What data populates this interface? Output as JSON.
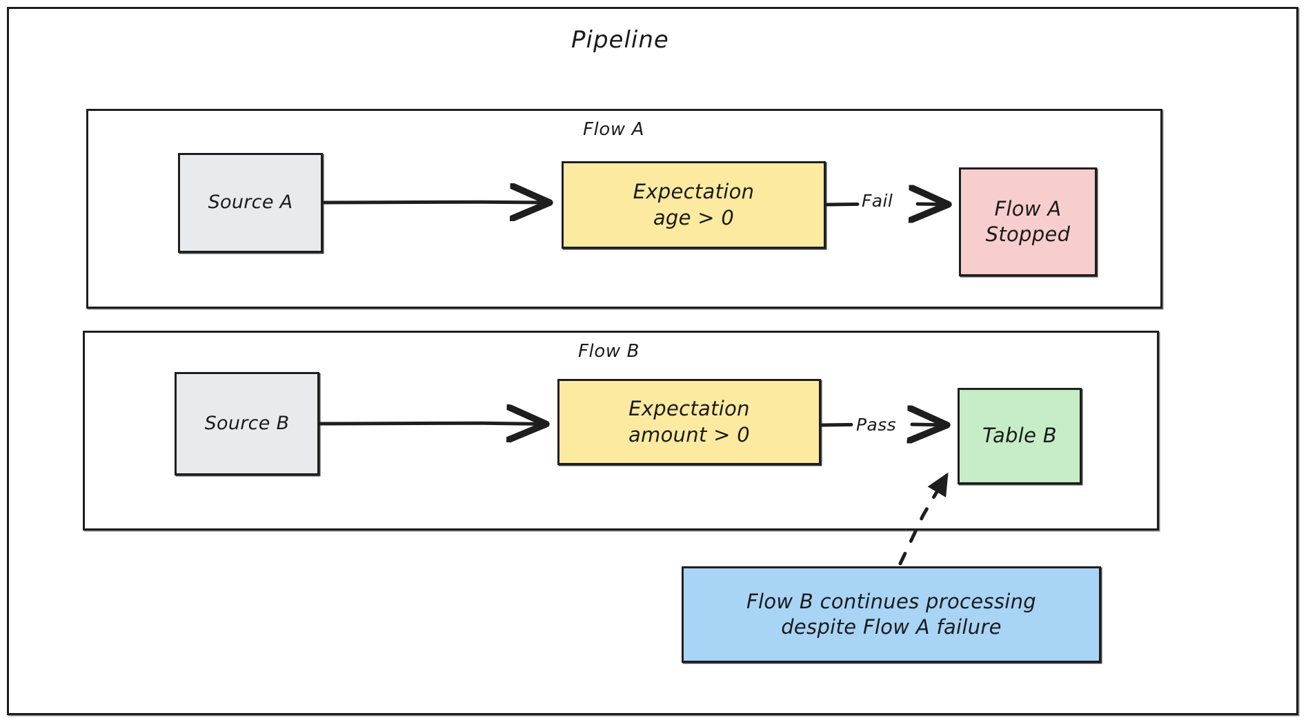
{
  "diagram": {
    "title": "Pipeline",
    "type": "flowchart",
    "outer_frame": {
      "label": "Pipeline"
    },
    "colors": {
      "stroke": "#1e1e1e",
      "source_fill": "#e8ebee",
      "expectation_fill": "#fbeaa0",
      "stopped_fill": "#f7cdcd",
      "table_fill": "#c6edc6",
      "note_fill": "#a8d4f5",
      "background": "#ffffff"
    },
    "groups": [
      {
        "id": "flow-a",
        "label": "Flow A",
        "nodes": [
          {
            "id": "source-a",
            "label": "Source A",
            "shape": "rect",
            "fill": "source_fill"
          },
          {
            "id": "expectation-a",
            "label": "Expectation\nage > 0",
            "shape": "rect",
            "fill": "expectation_fill"
          },
          {
            "id": "flow-a-stopped",
            "label": "Flow A\nStopped",
            "shape": "rect",
            "fill": "stopped_fill"
          }
        ],
        "edges": [
          {
            "from": "source-a",
            "to": "expectation-a",
            "label": "",
            "style": "solid"
          },
          {
            "from": "expectation-a",
            "to": "flow-a-stopped",
            "label": "Fail",
            "style": "solid"
          }
        ]
      },
      {
        "id": "flow-b",
        "label": "Flow B",
        "nodes": [
          {
            "id": "source-b",
            "label": "Source B",
            "shape": "rect",
            "fill": "source_fill"
          },
          {
            "id": "expectation-b",
            "label": "Expectation\namount > 0",
            "shape": "rect",
            "fill": "expectation_fill"
          },
          {
            "id": "table-b",
            "label": "Table B",
            "shape": "rect",
            "fill": "table_fill"
          }
        ],
        "edges": [
          {
            "from": "source-b",
            "to": "expectation-b",
            "label": "",
            "style": "solid"
          },
          {
            "from": "expectation-b",
            "to": "table-b",
            "label": "Pass",
            "style": "solid"
          }
        ]
      }
    ],
    "notes": [
      {
        "id": "note-flow-b",
        "label": "Flow B continues processing\ndespite Flow A failure",
        "fill": "note_fill",
        "attached_to": "table-b",
        "connector_style": "dashed"
      }
    ]
  }
}
